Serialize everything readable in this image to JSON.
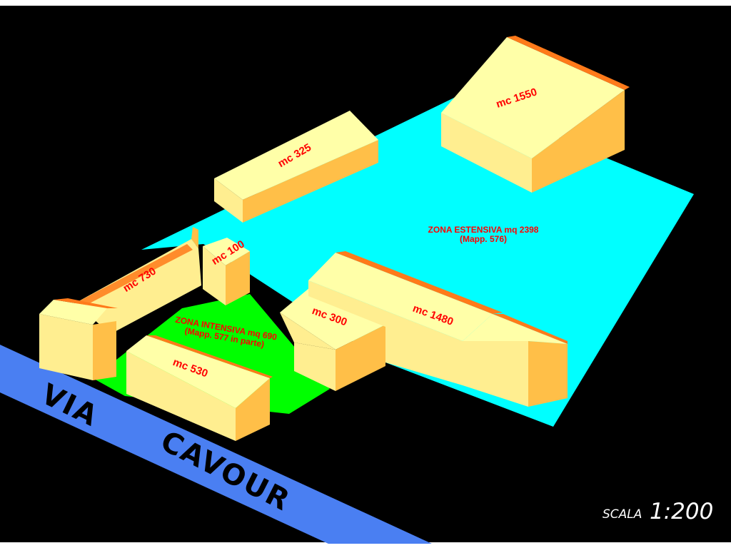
{
  "colors": {
    "background": "#000000",
    "border": "#ffffff",
    "zone_estensiva": "#00ffff",
    "zone_intensiva": "#00ff00",
    "road": "#4a7ff2",
    "roof_light": "#ffffa8",
    "wall_light": "#ffee90",
    "wall_shade": "#ffbf48",
    "roof_edge": "#ff7a1a",
    "label": "#ff0000",
    "scale_text": "#ffffff"
  },
  "zones": {
    "estensiva": {
      "line1": "ZONA ESTENSIVA mq 2398",
      "line2": "(Mapp. 576)"
    },
    "intensiva": {
      "line1": "ZONA INTENSIVA mq 690",
      "line2": "(Mapp. 577 in parte)"
    }
  },
  "buildings": {
    "b1550": "mc 1550",
    "b325": "mc 325",
    "b100": "mc 100",
    "b730": "mc 730",
    "b300": "mc 300",
    "b1480": "mc 1480",
    "b530": "mc 530"
  },
  "road": {
    "word1": "VIA",
    "word2": "CAVOUR"
  },
  "scale": {
    "word": "SCALA",
    "value": "1:200"
  }
}
